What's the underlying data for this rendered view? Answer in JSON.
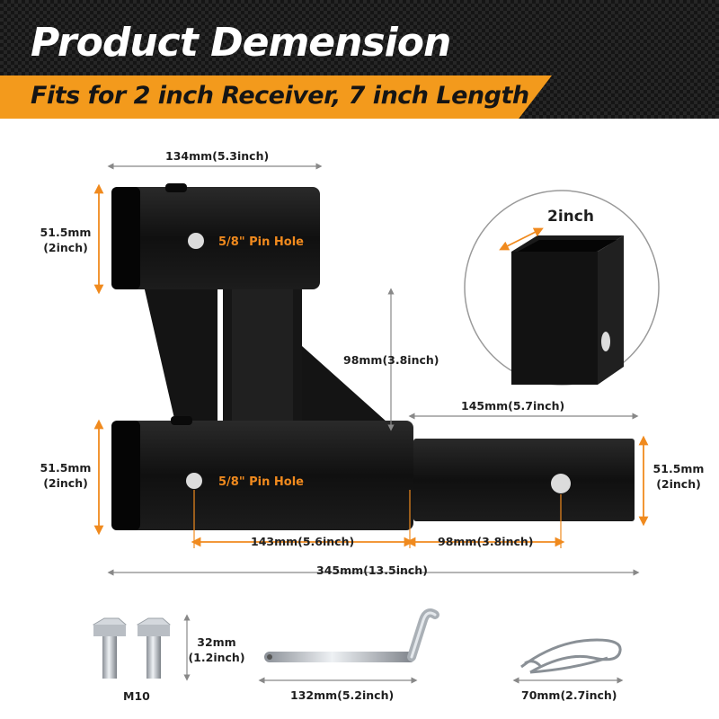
{
  "header": {
    "title": "Product Demension",
    "subtitle": "Fits for 2 inch Receiver, 7 inch Length"
  },
  "colors": {
    "accent": "#f39a1c",
    "dimension_line": "#f08a1e",
    "product": "#111111"
  },
  "dimensions": {
    "top_width": "134mm(5.3inch)",
    "top_height": {
      "mm": "51.5mm",
      "inch": "(2inch)"
    },
    "drop": "98mm(3.8inch)",
    "bottom_height": {
      "mm": "51.5mm",
      "inch": "(2inch)"
    },
    "shank_extension": "145mm(5.7inch)",
    "shank_height": {
      "mm": "51.5mm",
      "inch": "(2inch)"
    },
    "hole_spacing_left": "143mm(5.6inch)",
    "hole_spacing_right": "98mm(3.8inch)",
    "total_length": "345mm(13.5inch)",
    "receiver_size": "2inch"
  },
  "pin_holes": {
    "top": "5/8\" Pin Hole",
    "bottom": "5/8\" Pin Hole"
  },
  "accessories": {
    "bolts": {
      "label": "M10",
      "length_mm": "32mm",
      "length_inch": "(1.2inch)"
    },
    "pin": {
      "length": "132mm(5.2inch)"
    },
    "clip": {
      "length": "70mm(2.7inch)"
    }
  }
}
